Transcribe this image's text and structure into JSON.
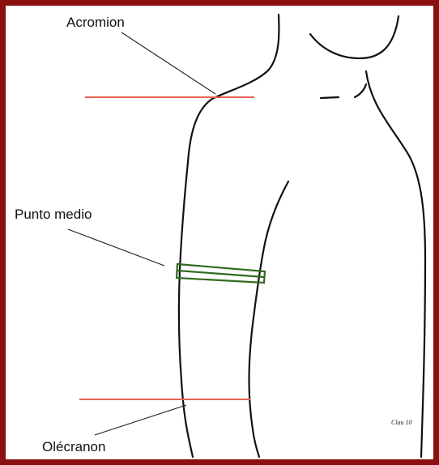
{
  "labels": {
    "acromion": "Acromion",
    "midpoint": "Punto medio",
    "olecranon": "Olécranon"
  },
  "signature": "Clau 10",
  "colors": {
    "frame": "#8b1010",
    "reference_lines": "#e8624f",
    "measuring_band": "#2f6b1f",
    "outline": "#111111"
  }
}
